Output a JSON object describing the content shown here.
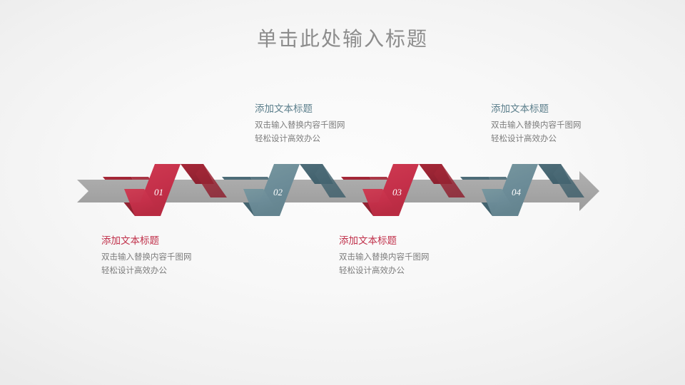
{
  "slide": {
    "title": "单击此处输入标题",
    "background_color": "#f7f7f7",
    "title_color": "#8d8d8d"
  },
  "palette": {
    "red_light": "#c8324a",
    "red_dark": "#9e2532",
    "red_mid": "#b82d42",
    "blue_light": "#6e8f9b",
    "blue_dark": "#47636f",
    "blue_mid": "#5d7f8c",
    "arrow_gray": "#a6a6a6",
    "arrow_gray_dark": "#9b9b9b",
    "body_text": "#7d7d7d"
  },
  "arrow": {
    "name": "timeline-arrow",
    "direction": "right"
  },
  "steps": [
    {
      "number": "01",
      "color": "red",
      "accent": "#c8324a",
      "title": "添加文本标题",
      "lines": [
        "双击输入替换内容千图网",
        "轻松设计高效办公"
      ],
      "position": "below"
    },
    {
      "number": "02",
      "color": "blue",
      "accent": "#5c7f8c",
      "title": "添加文本标题",
      "lines": [
        "双击输入替换内容千图网",
        "轻松设计高效办公"
      ],
      "position": "above"
    },
    {
      "number": "03",
      "color": "red",
      "accent": "#c8324a",
      "title": "添加文本标题",
      "lines": [
        "双击输入替换内容千图网",
        "轻松设计高效办公"
      ],
      "position": "below"
    },
    {
      "number": "04",
      "color": "blue",
      "accent": "#5c7f8c",
      "title": "添加文本标题",
      "lines": [
        "双击输入替换内容千图网",
        "轻松设计高效办公"
      ],
      "position": "above"
    }
  ]
}
